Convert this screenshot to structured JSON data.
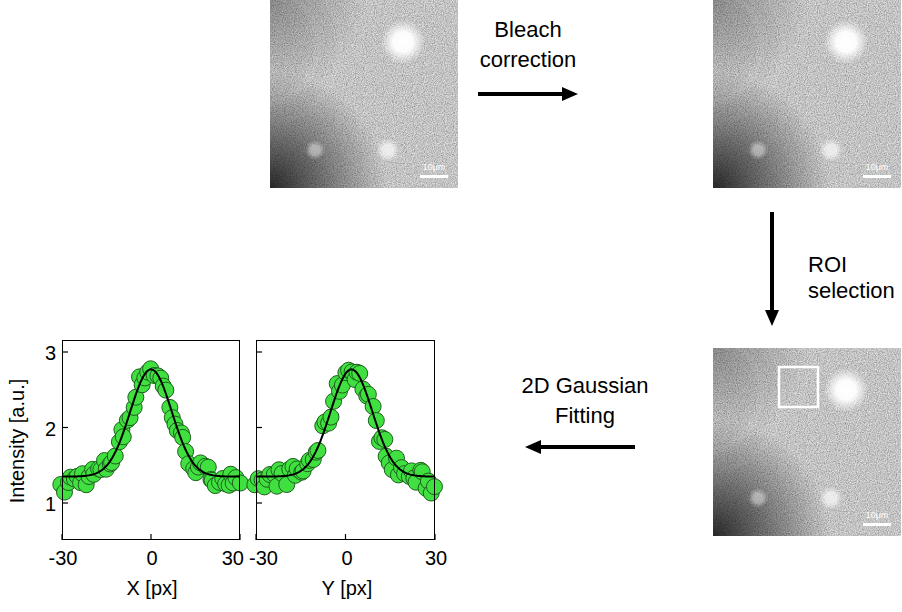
{
  "diagram": {
    "nodes": [
      {
        "text": [
          "10μm"
        ]
      },
      {
        "text": [
          "10μm"
        ]
      },
      {
        "text": [
          "10μm"
        ]
      },
      {
        "text": [
          "Intensity [a.u.]",
          "3",
          "2",
          "1",
          "-30",
          "0",
          "30",
          "X [px]"
        ]
      },
      {
        "text": [
          "-30",
          "0",
          "30",
          "Y [px]"
        ]
      }
    ],
    "edges": [
      {
        "from": 0,
        "to": 1,
        "arrow": "to",
        "label": "Bleach correction"
      },
      {
        "from": 1,
        "to": 2,
        "arrow": "to",
        "label": "ROI selection"
      },
      {
        "from": 2,
        "to": 4,
        "arrow": "to",
        "label": "2D Gaussian Fitting"
      }
    ]
  }
}
